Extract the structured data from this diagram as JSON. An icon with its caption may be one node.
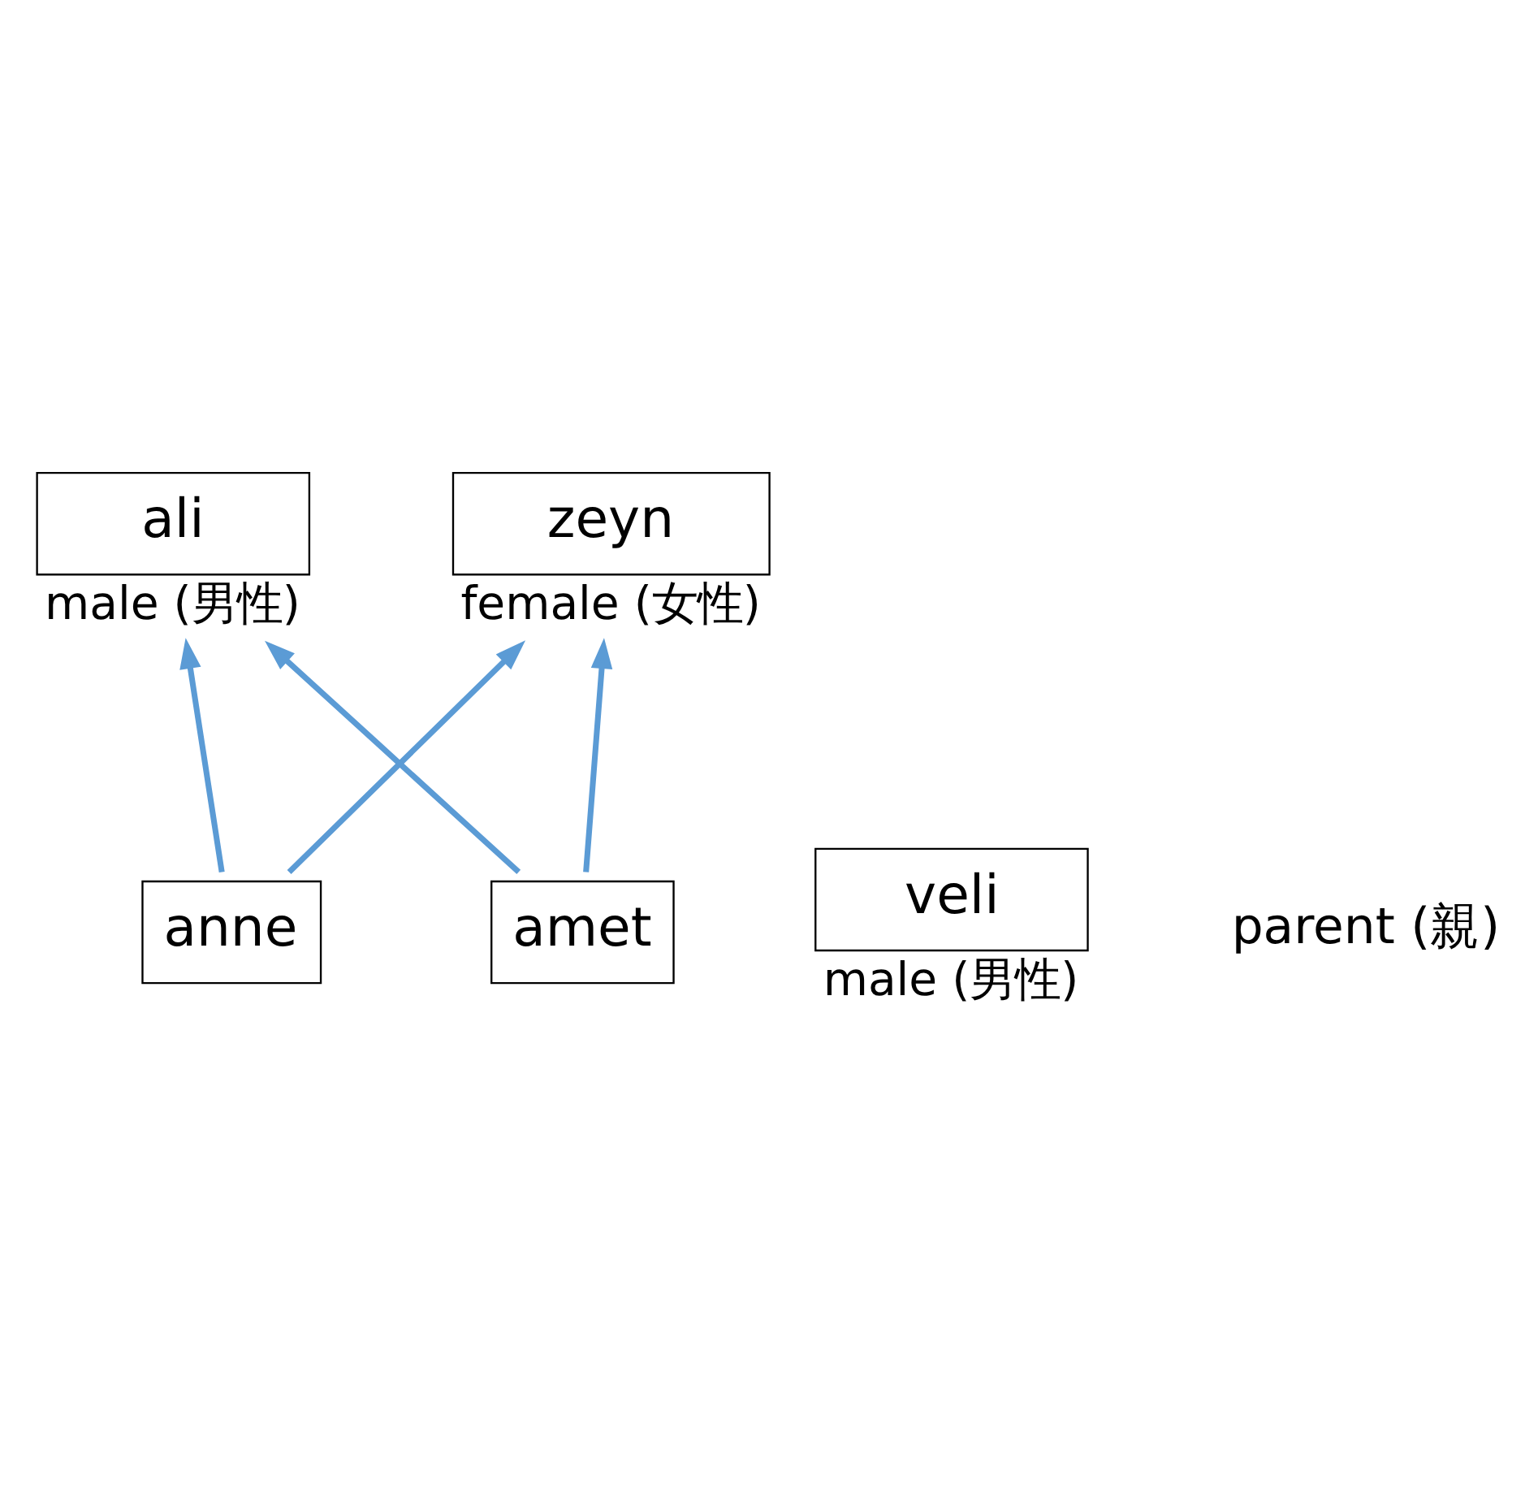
{
  "diagram": {
    "nodes": [
      {
        "text": [
          "ali"
        ],
        "beside": [
          "male (男性)"
        ]
      },
      {
        "text": [
          "zeyn"
        ],
        "beside": [
          "female (女性)"
        ]
      },
      {
        "text": [
          "anne"
        ]
      },
      {
        "text": [
          "amet"
        ]
      },
      {
        "text": [
          "veli"
        ],
        "beside": [
          "male (男性)"
        ]
      }
    ],
    "edges": [
      {
        "from": 2,
        "to": 0,
        "arrow": "to"
      },
      {
        "from": 2,
        "to": 1,
        "arrow": "to"
      },
      {
        "from": 3,
        "to": 0,
        "arrow": "to"
      },
      {
        "from": 3,
        "to": 1,
        "arrow": "to"
      }
    ],
    "labels": [
      "parent (親)"
    ]
  }
}
